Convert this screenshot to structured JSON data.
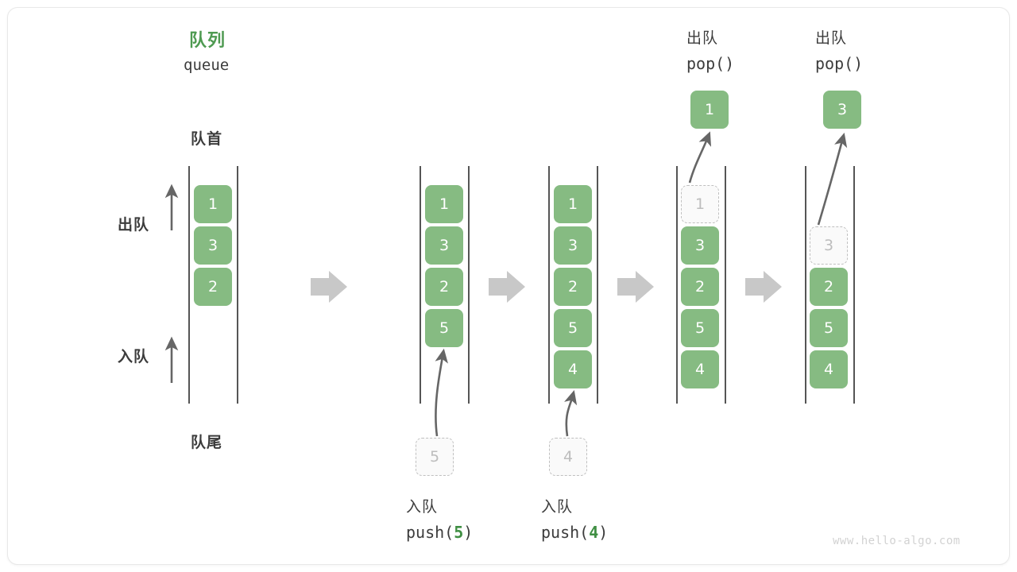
{
  "meta": {
    "watermark": "www.hello-algo.com"
  },
  "header": {
    "title_cn": "队列",
    "title_en": "queue"
  },
  "labels": {
    "front_cn": "队首",
    "rear_cn": "队尾",
    "dequeue_cn": "出队",
    "enqueue_cn": "入队"
  },
  "stages": [
    {
      "id": "initial",
      "caption_cn": "",
      "caption_code": "",
      "cells": [
        {
          "value": "1",
          "state": "filled"
        },
        {
          "value": "3",
          "state": "filled"
        },
        {
          "value": "2",
          "state": "filled"
        }
      ],
      "incoming": null,
      "popped": null
    },
    {
      "id": "push-5",
      "caption_cn": "入队",
      "caption_code_prefix": "push(",
      "caption_code_arg": "5",
      "caption_code_suffix": ")",
      "cells": [
        {
          "value": "1",
          "state": "filled"
        },
        {
          "value": "3",
          "state": "filled"
        },
        {
          "value": "2",
          "state": "filled"
        },
        {
          "value": "5",
          "state": "filled"
        }
      ],
      "incoming": {
        "value": "5",
        "state": "ghost"
      },
      "popped": null
    },
    {
      "id": "push-4",
      "caption_cn": "入队",
      "caption_code_prefix": "push(",
      "caption_code_arg": "4",
      "caption_code_suffix": ")",
      "cells": [
        {
          "value": "1",
          "state": "filled"
        },
        {
          "value": "3",
          "state": "filled"
        },
        {
          "value": "2",
          "state": "filled"
        },
        {
          "value": "5",
          "state": "filled"
        },
        {
          "value": "4",
          "state": "filled"
        }
      ],
      "incoming": {
        "value": "4",
        "state": "ghost"
      },
      "popped": null
    },
    {
      "id": "pop-1",
      "caption_cn": "出队",
      "caption_code_prefix": "pop(",
      "caption_code_arg": "",
      "caption_code_suffix": ")",
      "cells": [
        {
          "value": "1",
          "state": "ghost"
        },
        {
          "value": "3",
          "state": "filled"
        },
        {
          "value": "2",
          "state": "filled"
        },
        {
          "value": "5",
          "state": "filled"
        },
        {
          "value": "4",
          "state": "filled"
        }
      ],
      "incoming": null,
      "popped": {
        "value": "1",
        "state": "filled"
      }
    },
    {
      "id": "pop-3",
      "caption_cn": "出队",
      "caption_code_prefix": "pop(",
      "caption_code_arg": "",
      "caption_code_suffix": ")",
      "cells": [
        {
          "value": "3",
          "state": "ghost"
        },
        {
          "value": "2",
          "state": "filled"
        },
        {
          "value": "5",
          "state": "filled"
        },
        {
          "value": "4",
          "state": "filled"
        }
      ],
      "incoming": null,
      "popped": {
        "value": "3",
        "state": "filled"
      }
    }
  ],
  "colors": {
    "cell_fill": "#86bb82",
    "cell_text": "#ffffff",
    "ghost_fill": "#fafafa",
    "ghost_border": "#c0c0c0",
    "ghost_text": "#bdbdbd",
    "rail": "#555555",
    "arrow_gray": "#666666",
    "flow_arrow": "#c8c8c8",
    "accent_green": "#4e9a51",
    "text": "#3c3c3c"
  }
}
